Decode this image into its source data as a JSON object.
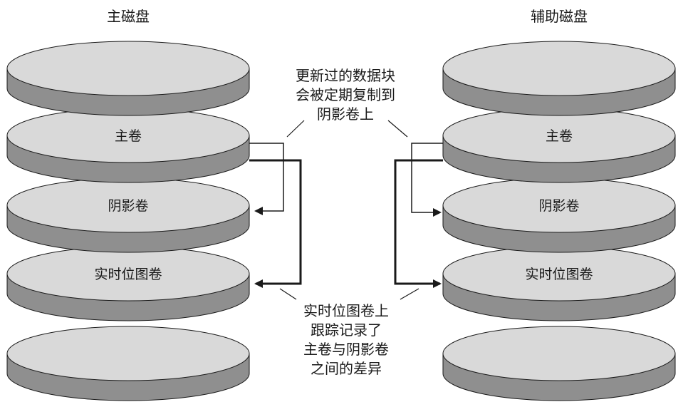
{
  "left_disk": {
    "title": "主磁盘",
    "volumes": [
      "",
      "主卷",
      "阴影卷",
      "实时位图卷",
      ""
    ]
  },
  "right_disk": {
    "title": "辅助磁盘",
    "volumes": [
      "",
      "主卷",
      "阴影卷",
      "实时位图卷",
      ""
    ]
  },
  "callouts": {
    "copy_note": [
      "更新过的数据块",
      "会被定期复制到",
      "阴影卷上"
    ],
    "bitmap_note": [
      "实时位图卷上",
      "跟踪记录了",
      "主卷与阴影卷",
      "之间的差异"
    ]
  },
  "colors": {
    "disk_top": "#d9d9d9",
    "disk_side": "#8f8f8f",
    "outline": "#1a1a1a",
    "connector": "#1a1a1a"
  }
}
